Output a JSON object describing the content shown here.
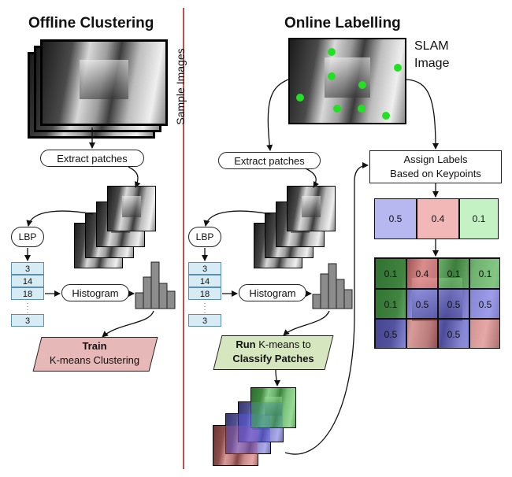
{
  "offline": {
    "title": "Offline Clustering",
    "extract": "Extract patches",
    "lbp": "LBP",
    "vector": [
      "3",
      "14",
      "18",
      "3"
    ],
    "histogram": "Histogram",
    "train_bold": "Train",
    "train_text": "K-means Clustering"
  },
  "divider_label": "Sample Images",
  "online": {
    "title": "Online Labelling",
    "slam_line1": "SLAM",
    "slam_line2": "Image",
    "extract": "Extract patches",
    "lbp": "LBP",
    "vector": [
      "3",
      "14",
      "18",
      "3"
    ],
    "histogram": "Histogram",
    "run_bold": "Run",
    "run_text": " K-means to",
    "classify_bold": "Classify Patches",
    "assign_line1": "Assign Labels",
    "assign_line2": "Based on Keypoints",
    "labels": [
      "0.5",
      "0.4",
      "0.1"
    ],
    "grid": [
      [
        "0.1",
        "0.4",
        "0.1",
        "0.1"
      ],
      [
        "0.1",
        "0.5",
        "0.5",
        "0.5"
      ],
      [
        "0.5",
        "",
        "0.5",
        ""
      ]
    ]
  },
  "colors": {
    "divider": "#c0504d",
    "vector_fill": "#d7ebf4",
    "train_fill": "#e7b8b8",
    "classify_fill": "#d6e6bf",
    "blue_label": "#b8b8f0",
    "red_label": "#f2b8b8",
    "green_label": "#c4f2c4",
    "keypoint": "#22e022"
  }
}
